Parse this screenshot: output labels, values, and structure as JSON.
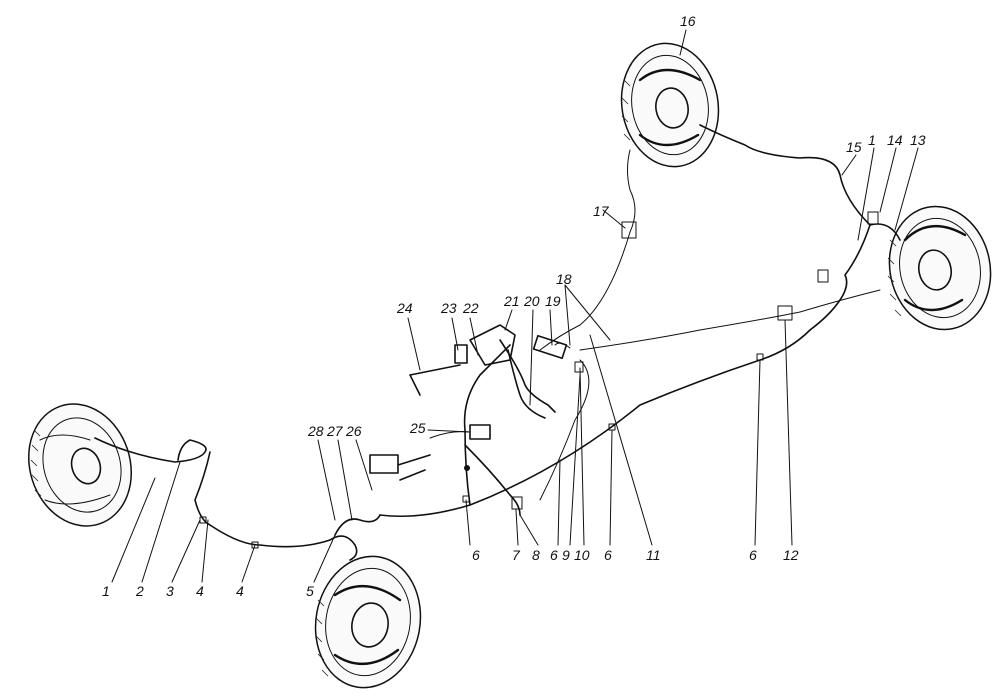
{
  "callouts": [
    {
      "id": "c1a",
      "text": "1"
    },
    {
      "id": "c2",
      "text": "2"
    },
    {
      "id": "c3",
      "text": "3"
    },
    {
      "id": "c4a",
      "text": "4"
    },
    {
      "id": "c4b",
      "text": "4"
    },
    {
      "id": "c5",
      "text": "5"
    },
    {
      "id": "c6a",
      "text": "6"
    },
    {
      "id": "c7",
      "text": "7"
    },
    {
      "id": "c8",
      "text": "8"
    },
    {
      "id": "c6b",
      "text": "6"
    },
    {
      "id": "c9",
      "text": "9"
    },
    {
      "id": "c10",
      "text": "10"
    },
    {
      "id": "c6c",
      "text": "6"
    },
    {
      "id": "c11",
      "text": "11"
    },
    {
      "id": "c6d",
      "text": "6"
    },
    {
      "id": "c12",
      "text": "12"
    },
    {
      "id": "c13",
      "text": "13"
    },
    {
      "id": "c14",
      "text": "14"
    },
    {
      "id": "c1b",
      "text": "1"
    },
    {
      "id": "c15",
      "text": "15"
    },
    {
      "id": "c16",
      "text": "16"
    },
    {
      "id": "c17",
      "text": "17"
    },
    {
      "id": "c18",
      "text": "18"
    },
    {
      "id": "c19",
      "text": "19"
    },
    {
      "id": "c20",
      "text": "20"
    },
    {
      "id": "c21",
      "text": "21"
    },
    {
      "id": "c22",
      "text": "22"
    },
    {
      "id": "c23",
      "text": "23"
    },
    {
      "id": "c24",
      "text": "24"
    },
    {
      "id": "c25",
      "text": "25"
    },
    {
      "id": "c26",
      "text": "26"
    },
    {
      "id": "c27",
      "text": "27"
    },
    {
      "id": "c28",
      "text": "28"
    }
  ]
}
